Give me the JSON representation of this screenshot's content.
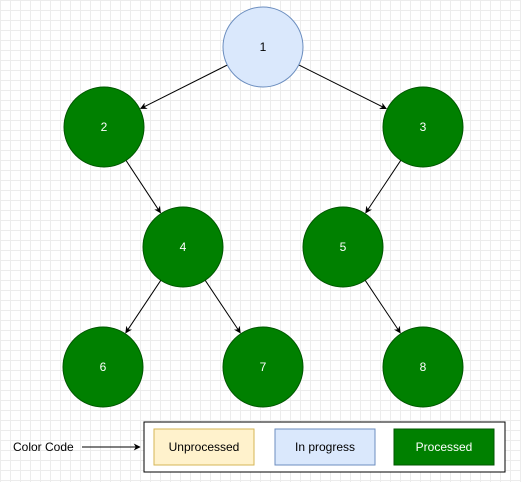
{
  "colors": {
    "unprocessed_fill": "#fff2cc",
    "unprocessed_stroke": "#d6b656",
    "in_progress_fill": "#dae8fc",
    "in_progress_stroke": "#6c8ebf",
    "processed_fill": "#008000",
    "processed_stroke": "#005700",
    "edge": "#000000"
  },
  "nodes": [
    {
      "id": "1",
      "label": "1",
      "state": "in_progress"
    },
    {
      "id": "2",
      "label": "2",
      "state": "processed"
    },
    {
      "id": "3",
      "label": "3",
      "state": "processed"
    },
    {
      "id": "4",
      "label": "4",
      "state": "processed"
    },
    {
      "id": "5",
      "label": "5",
      "state": "processed"
    },
    {
      "id": "6",
      "label": "6",
      "state": "processed"
    },
    {
      "id": "7",
      "label": "7",
      "state": "processed"
    },
    {
      "id": "8",
      "label": "8",
      "state": "processed"
    }
  ],
  "edges": [
    {
      "from": "1",
      "to": "2"
    },
    {
      "from": "1",
      "to": "3"
    },
    {
      "from": "2",
      "to": "4"
    },
    {
      "from": "3",
      "to": "5"
    },
    {
      "from": "4",
      "to": "6"
    },
    {
      "from": "4",
      "to": "7"
    },
    {
      "from": "5",
      "to": "8"
    }
  ],
  "legend": {
    "caption": "Color Code",
    "items": [
      {
        "label": "Unprocessed",
        "state": "unprocessed"
      },
      {
        "label": "In progress",
        "state": "in_progress"
      },
      {
        "label": "Processed",
        "state": "processed"
      }
    ]
  }
}
